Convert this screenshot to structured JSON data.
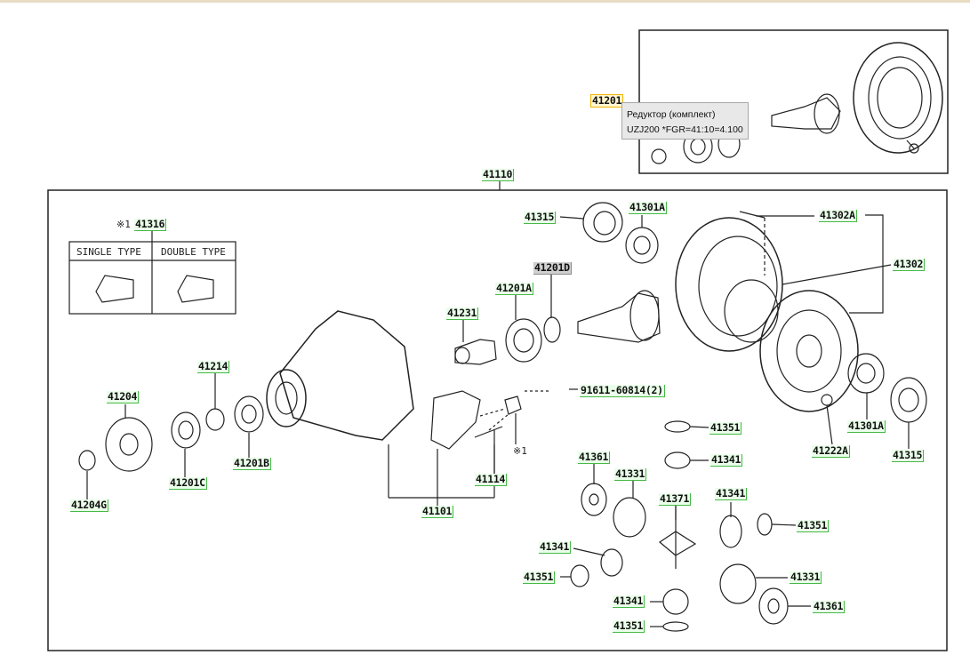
{
  "tooltip": {
    "line1": "Редуктор (комплект)",
    "line2": "UZJ200 *FGR=41:10=4.100"
  },
  "inset": {
    "single_type": "SINGLE TYPE",
    "double_type": "DOUBLE TYPE",
    "ref_mark": "※1"
  },
  "ref_mark_small": "※1",
  "callouts": [
    {
      "id": "c-41201",
      "label": "41201",
      "style": "yellow"
    },
    {
      "id": "c-41110",
      "label": "41110",
      "style": "normal"
    },
    {
      "id": "c-41316",
      "label": "41316",
      "style": "normal"
    },
    {
      "id": "c-41315-top",
      "label": "41315",
      "style": "normal"
    },
    {
      "id": "c-41301a-top",
      "label": "41301A",
      "style": "normal"
    },
    {
      "id": "c-41302a",
      "label": "41302A",
      "style": "normal"
    },
    {
      "id": "c-41302",
      "label": "41302",
      "style": "normal"
    },
    {
      "id": "c-41201d",
      "label": "41201D",
      "style": "dark"
    },
    {
      "id": "c-41201a",
      "label": "41201A",
      "style": "normal"
    },
    {
      "id": "c-41231",
      "label": "41231",
      "style": "normal"
    },
    {
      "id": "c-41214",
      "label": "41214",
      "style": "normal"
    },
    {
      "id": "c-41204",
      "label": "41204",
      "style": "normal"
    },
    {
      "id": "c-91611",
      "label": "91611-60814(2)",
      "style": "normal"
    },
    {
      "id": "c-41351-a",
      "label": "41351",
      "style": "normal"
    },
    {
      "id": "c-41341-a",
      "label": "41341",
      "style": "normal"
    },
    {
      "id": "c-41222a",
      "label": "41222A",
      "style": "normal"
    },
    {
      "id": "c-41301a-bot",
      "label": "41301A",
      "style": "normal"
    },
    {
      "id": "c-41315-bot",
      "label": "41315",
      "style": "normal"
    },
    {
      "id": "c-41201b",
      "label": "41201B",
      "style": "normal"
    },
    {
      "id": "c-41201c",
      "label": "41201C",
      "style": "normal"
    },
    {
      "id": "c-41204g",
      "label": "41204G",
      "style": "normal"
    },
    {
      "id": "c-41114",
      "label": "41114",
      "style": "normal"
    },
    {
      "id": "c-41101",
      "label": "41101",
      "style": "normal"
    },
    {
      "id": "c-41361-a",
      "label": "41361",
      "style": "normal"
    },
    {
      "id": "c-41331-a",
      "label": "41331",
      "style": "normal"
    },
    {
      "id": "c-41371",
      "label": "41371",
      "style": "normal"
    },
    {
      "id": "c-41341-b",
      "label": "41341",
      "style": "normal"
    },
    {
      "id": "c-41351-b",
      "label": "41351",
      "style": "normal"
    },
    {
      "id": "c-41341-c",
      "label": "41341",
      "style": "normal"
    },
    {
      "id": "c-41351-c",
      "label": "41351",
      "style": "normal"
    },
    {
      "id": "c-41331-b",
      "label": "41331",
      "style": "normal"
    },
    {
      "id": "c-41341-d",
      "label": "41341",
      "style": "normal"
    },
    {
      "id": "c-41361-b",
      "label": "41361",
      "style": "normal"
    },
    {
      "id": "c-41351-d",
      "label": "41351",
      "style": "normal"
    }
  ]
}
